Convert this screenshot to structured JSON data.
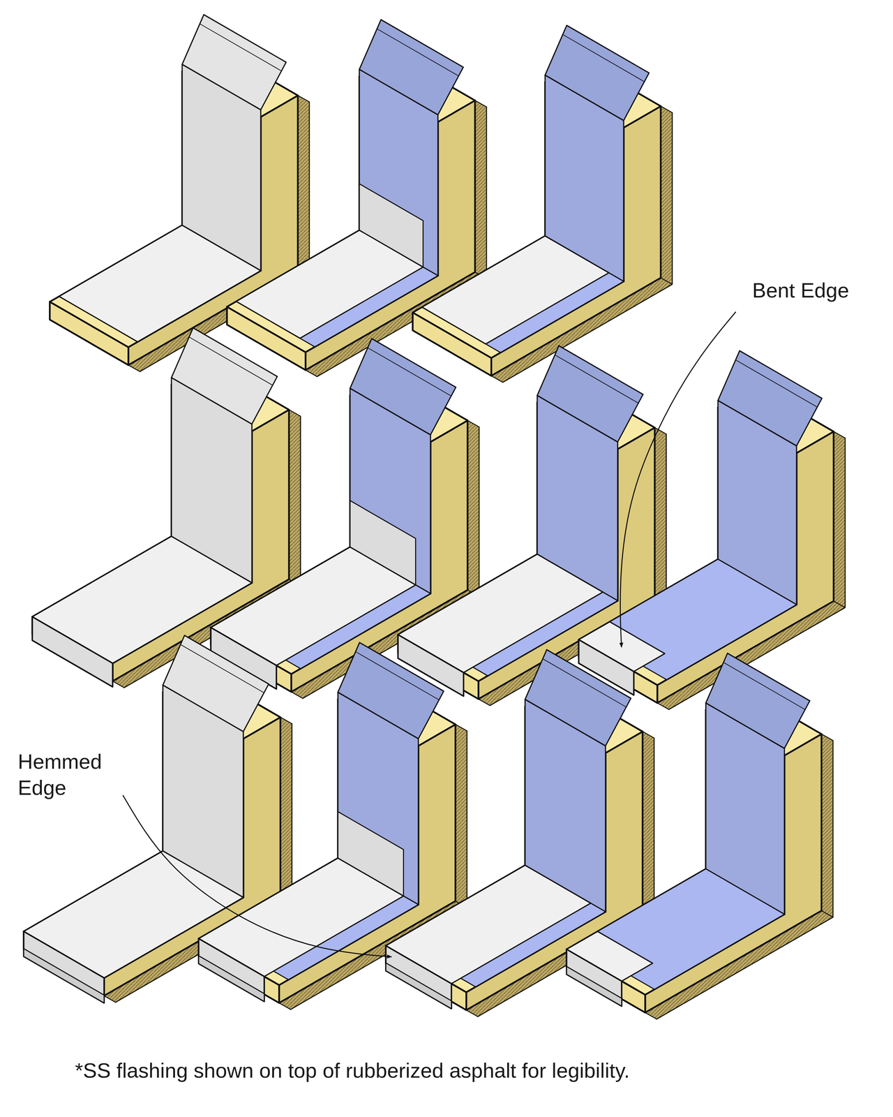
{
  "diagram": {
    "caption": "*SS flashing shown on top of rubberized asphalt for legibility.",
    "labels": [
      "Bent Edge",
      "Hemmed Edge"
    ]
  }
}
